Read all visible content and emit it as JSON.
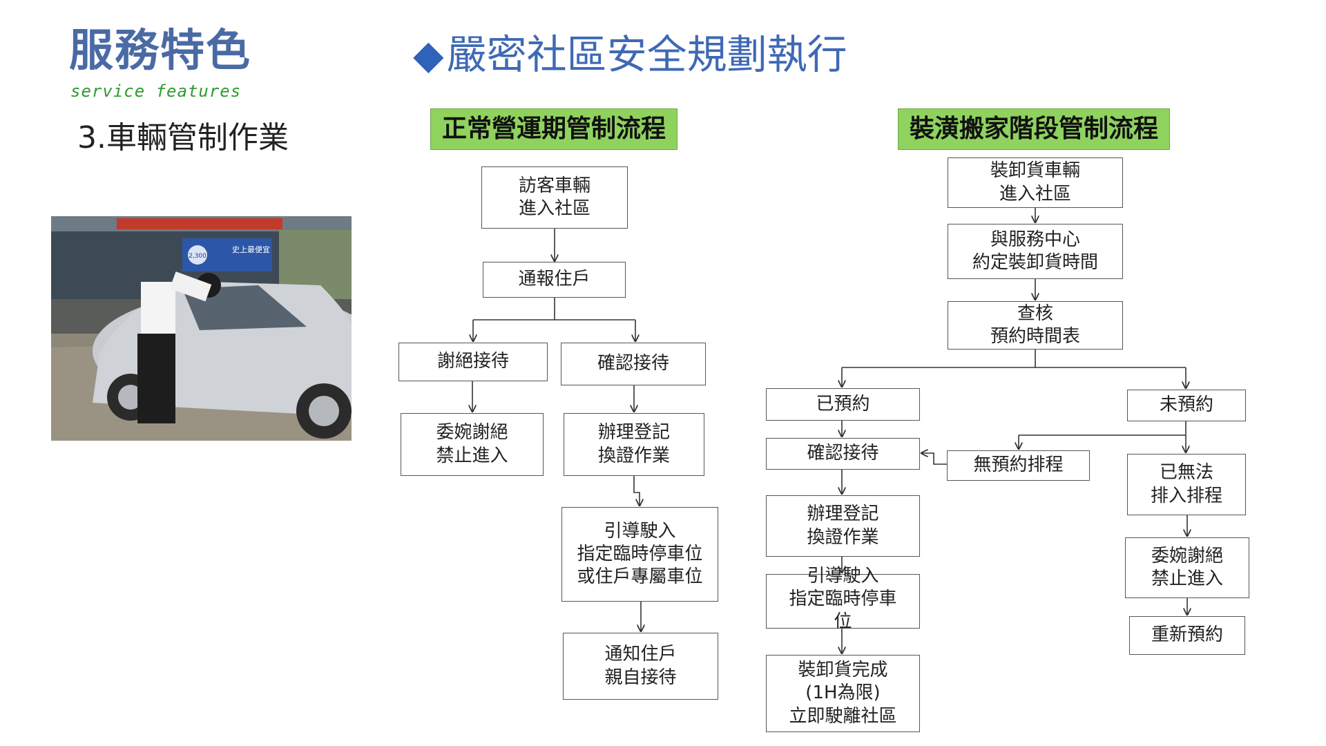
{
  "brand": {
    "title": "服務特色",
    "subtitle": "service  features"
  },
  "section": {
    "title": "3.車輛管制作業"
  },
  "heading": {
    "diamond": "◆",
    "text": "嚴密社區安全規劃執行"
  },
  "photo": {
    "sign_text": "史上最便宜",
    "sign_price": "2,300"
  },
  "flow_normal": {
    "header": "正常營運期管制流程",
    "visitor_enter": [
      "訪客車輛",
      "進入社區"
    ],
    "notify_resident": [
      "通報住戶"
    ],
    "decline": [
      "謝絕接待"
    ],
    "confirm": [
      "確認接待"
    ],
    "polite_decline": [
      "委婉謝絕",
      "禁止進入"
    ],
    "register": [
      "辦理登記",
      "換證作業"
    ],
    "guide": [
      "引導駛入",
      "指定臨時停車位",
      "或住戶專屬車位"
    ],
    "notify_self": [
      "通知住戶",
      "親自接待"
    ]
  },
  "flow_moving": {
    "header": "裝潢搬家階段管制流程",
    "truck_enter": [
      "裝卸貨車輛",
      "進入社區"
    ],
    "schedule": [
      "與服務中心",
      "約定裝卸貨時間"
    ],
    "check": [
      "查核",
      "預約時間表"
    ],
    "reserved": [
      "已預約"
    ],
    "not_reserved": [
      "未預約"
    ],
    "confirm": [
      "確認接待"
    ],
    "no_reservation": [
      "無預約排程"
    ],
    "cannot_schedule": [
      "已無法",
      "排入排程"
    ],
    "register": [
      "辦理登記",
      "換證作業"
    ],
    "guide": [
      "引導駛入",
      "指定臨時停車",
      "位"
    ],
    "polite_decline": [
      "委婉謝絕",
      "禁止進入"
    ],
    "rebook": [
      "重新預約"
    ],
    "done": [
      "裝卸貨完成",
      "(1H為限)",
      "立即駛離社區"
    ]
  }
}
